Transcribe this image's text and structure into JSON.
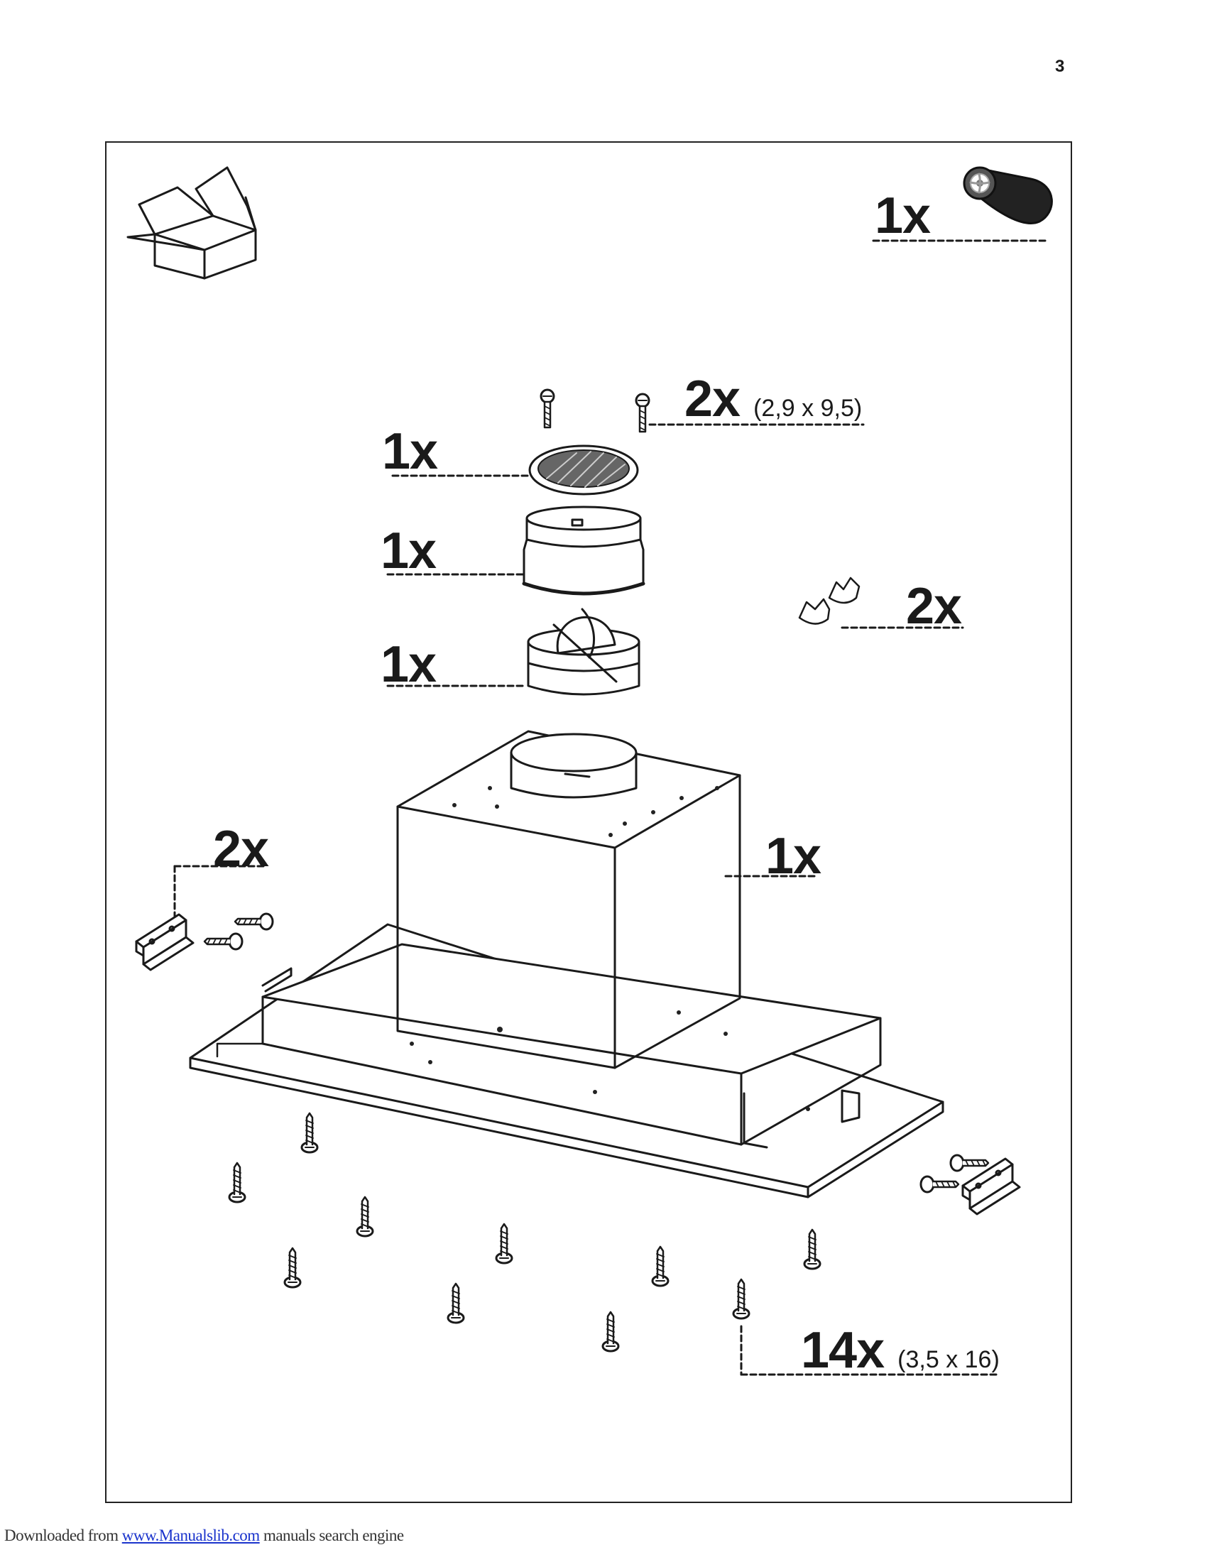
{
  "page": {
    "number": "3"
  },
  "labels": {
    "remote": "1x",
    "screws_small_qty": "2x",
    "screws_small_dim": "(2,9 x 9,5)",
    "grille": "1x",
    "reducer": "1x",
    "damper": "1x",
    "wing_nuts": "2x",
    "brackets": "2x",
    "hood": "1x",
    "screws_large_qty": "14x",
    "screws_large_dim": "(3,5 x 16)"
  },
  "footer": {
    "prefix": "Downloaded from",
    "link": "www.Manualslib.com",
    "suffix": " manuals search engine"
  },
  "icons": [
    "open-box-icon",
    "remote-control-icon",
    "screw-icon",
    "wing-nut-icon",
    "bracket-icon"
  ],
  "colors": {
    "line": "#1a1a1a",
    "link": "#1a33cc"
  }
}
